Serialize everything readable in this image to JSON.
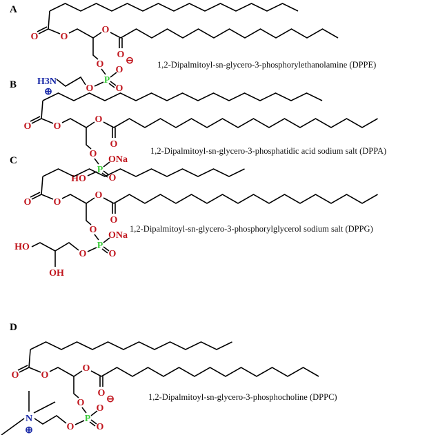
{
  "panels": [
    {
      "label": "A",
      "caption": "1,2-Dipalmitoyl-sn-glycero-3-phosphorylethanolamine (DPPE)",
      "head": {
        "nh3": "H3N",
        "plus": "⊕",
        "minus": "⊖"
      }
    },
    {
      "label": "B",
      "caption": "1,2-Dipalmitoyl-sn-glycero-3-phosphatidic acid sodium salt (DPPA)",
      "head": {
        "ona": "ONa",
        "ho": "HO"
      }
    },
    {
      "label": "C",
      "caption": "1,2-Dipalmitoyl-sn-glycero-3-phosphorylglycerol sodium salt (DPPG)",
      "head": {
        "ona": "ONa",
        "ho": "HO",
        "oh": "OH"
      }
    },
    {
      "label": "D",
      "caption": "1,2-Dipalmitoyl-sn-glycero-3-phosphocholine (DPPC)",
      "head": {
        "n": "N",
        "plus": "⊕",
        "minus": "⊖"
      }
    }
  ],
  "atoms": {
    "O": "O",
    "P": "P"
  },
  "colors": {
    "oxygen": "#c0141c",
    "nitrogen": "#1a2aa8",
    "phosphorus": "#3ccc3c"
  }
}
